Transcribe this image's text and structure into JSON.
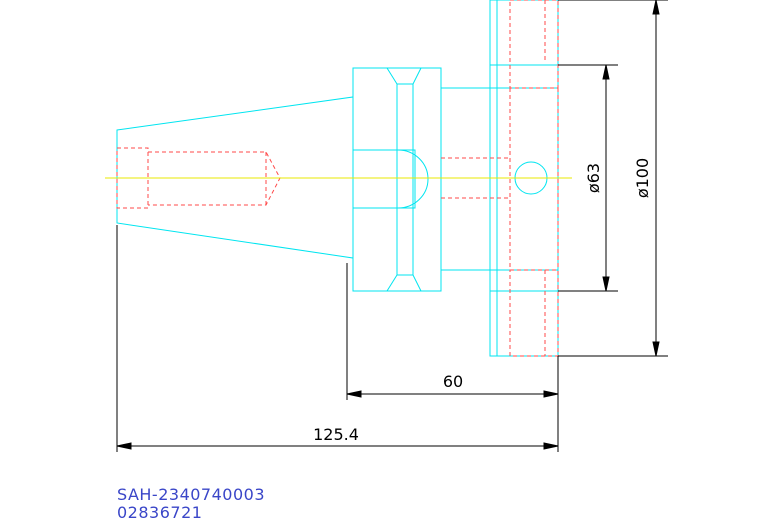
{
  "colors": {
    "outline": "#00e5f0",
    "hidden": "#ff4a4a",
    "centerline": "#e8e800",
    "dimension": "#000000",
    "caption": "#3a46c8"
  },
  "dimensions": {
    "length_short": "60",
    "length_total": "125.4",
    "diameter_flange": "ø63",
    "diameter_outer": "ø100"
  },
  "caption": {
    "part_number": "SAH-2340740003",
    "code": "02836721"
  }
}
